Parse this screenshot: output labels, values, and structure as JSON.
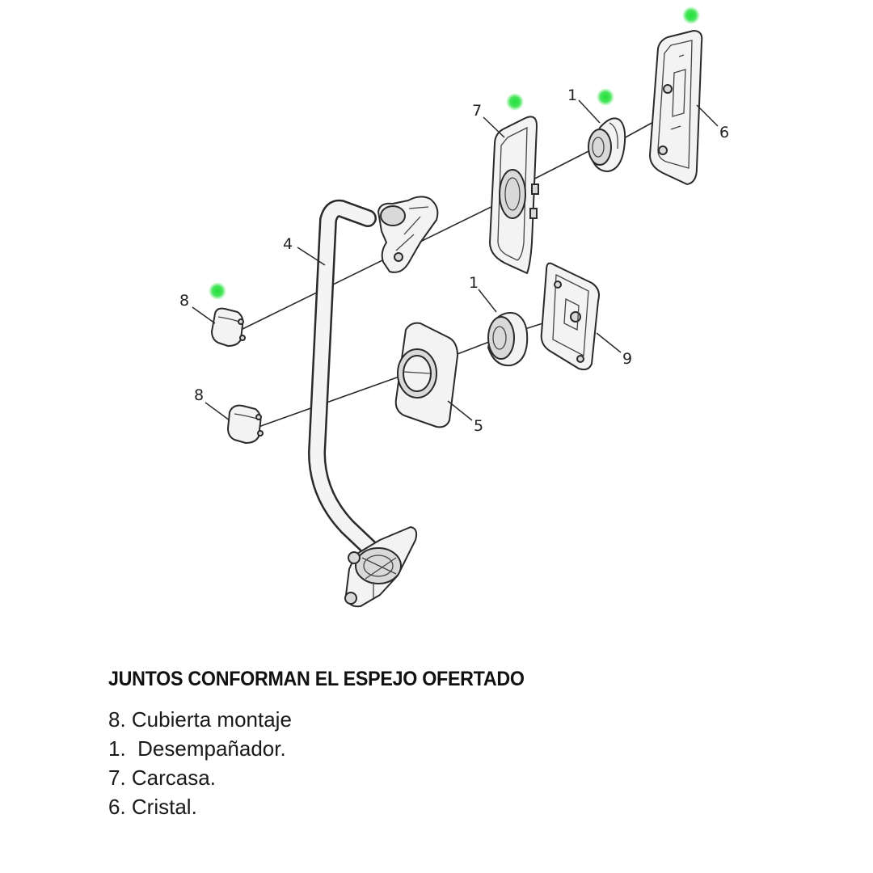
{
  "diagram": {
    "callouts": {
      "c1_top": "1",
      "c1_bottom": "1",
      "c4": "4",
      "c5": "5",
      "c6": "6",
      "c7": "7",
      "c8_top": "8",
      "c8_bottom": "8",
      "c9": "9"
    },
    "marker_color": "#22e03a"
  },
  "legend": {
    "title": "JUNTOS CONFORMAN EL ESPEJO OFERTADO",
    "items": [
      "8. Cubierta montaje",
      "1.  Desempañador.",
      "7. Carcasa.",
      "6. Cristal."
    ]
  }
}
